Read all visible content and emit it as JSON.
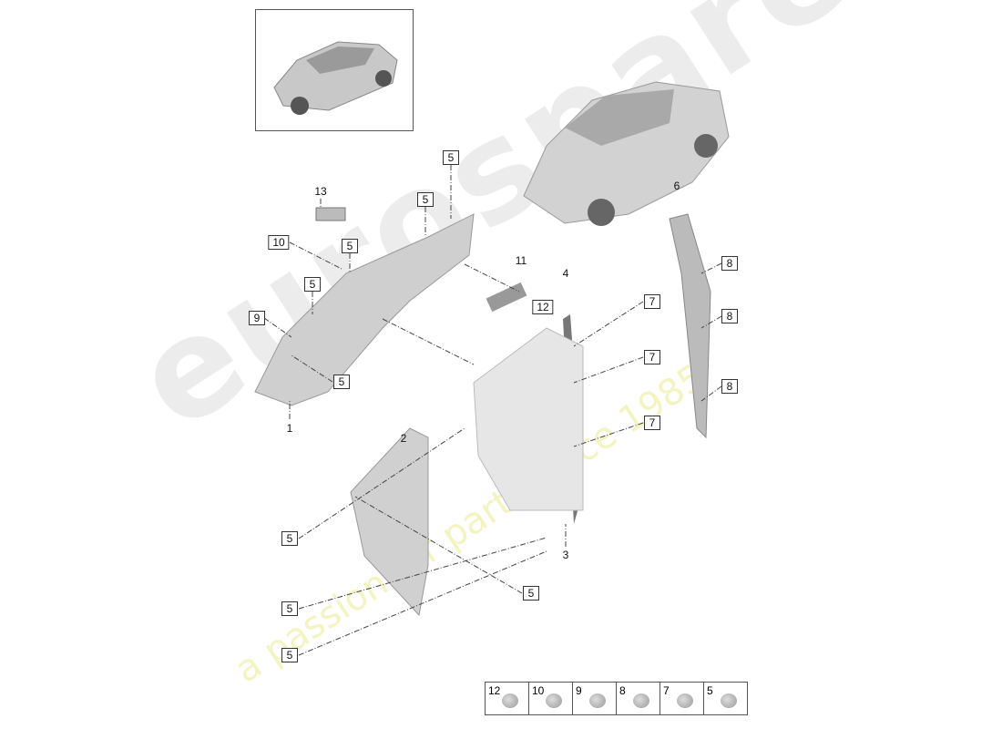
{
  "watermark": {
    "brand": "eurospares",
    "tagline": "a passion for parts since 1985"
  },
  "callouts": [
    {
      "label": "5",
      "boxed": true
    },
    {
      "label": "5",
      "boxed": true
    },
    {
      "label": "10",
      "boxed": true
    },
    {
      "label": "5",
      "boxed": true
    },
    {
      "label": "5",
      "boxed": true
    },
    {
      "label": "9",
      "boxed": true
    },
    {
      "label": "5",
      "boxed": true
    },
    {
      "label": "12",
      "boxed": true
    },
    {
      "label": "8",
      "boxed": true
    },
    {
      "label": "7",
      "boxed": true
    },
    {
      "label": "8",
      "boxed": true
    },
    {
      "label": "7",
      "boxed": true
    },
    {
      "label": "8",
      "boxed": true
    },
    {
      "label": "7",
      "boxed": true
    },
    {
      "label": "5",
      "boxed": true
    },
    {
      "label": "5",
      "boxed": true
    },
    {
      "label": "5",
      "boxed": true
    },
    {
      "label": "5",
      "boxed": true
    },
    {
      "label": "13",
      "boxed": false
    },
    {
      "label": "11",
      "boxed": false
    },
    {
      "label": "4",
      "boxed": false
    },
    {
      "label": "6",
      "boxed": false
    },
    {
      "label": "1",
      "boxed": false
    },
    {
      "label": "2",
      "boxed": false
    },
    {
      "label": "3",
      "boxed": false
    }
  ],
  "legend": [
    {
      "label": "12"
    },
    {
      "label": "10"
    },
    {
      "label": "9"
    },
    {
      "label": "8"
    },
    {
      "label": "7"
    },
    {
      "label": "5"
    }
  ]
}
